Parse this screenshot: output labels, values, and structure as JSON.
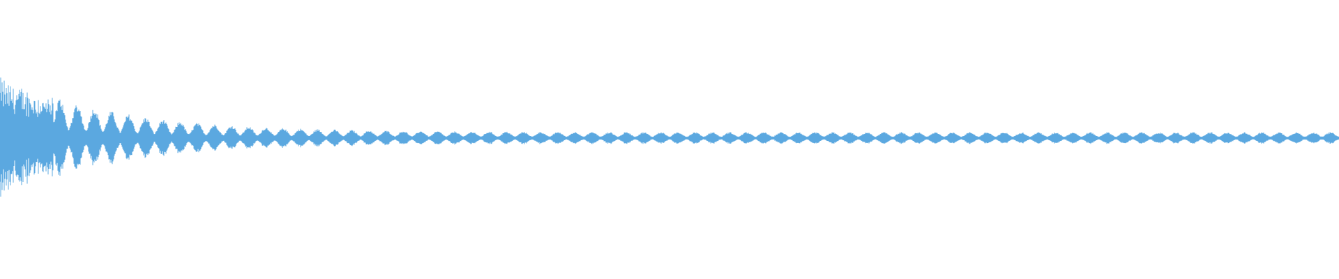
{
  "waveform": {
    "color": "#5ba8e0",
    "background": "#ffffff",
    "channels": 1,
    "envelope": {
      "initial_peak": 1.0,
      "decay_rate": 4.2,
      "sustain_level": 0.09,
      "pulse_count": 78
    }
  }
}
